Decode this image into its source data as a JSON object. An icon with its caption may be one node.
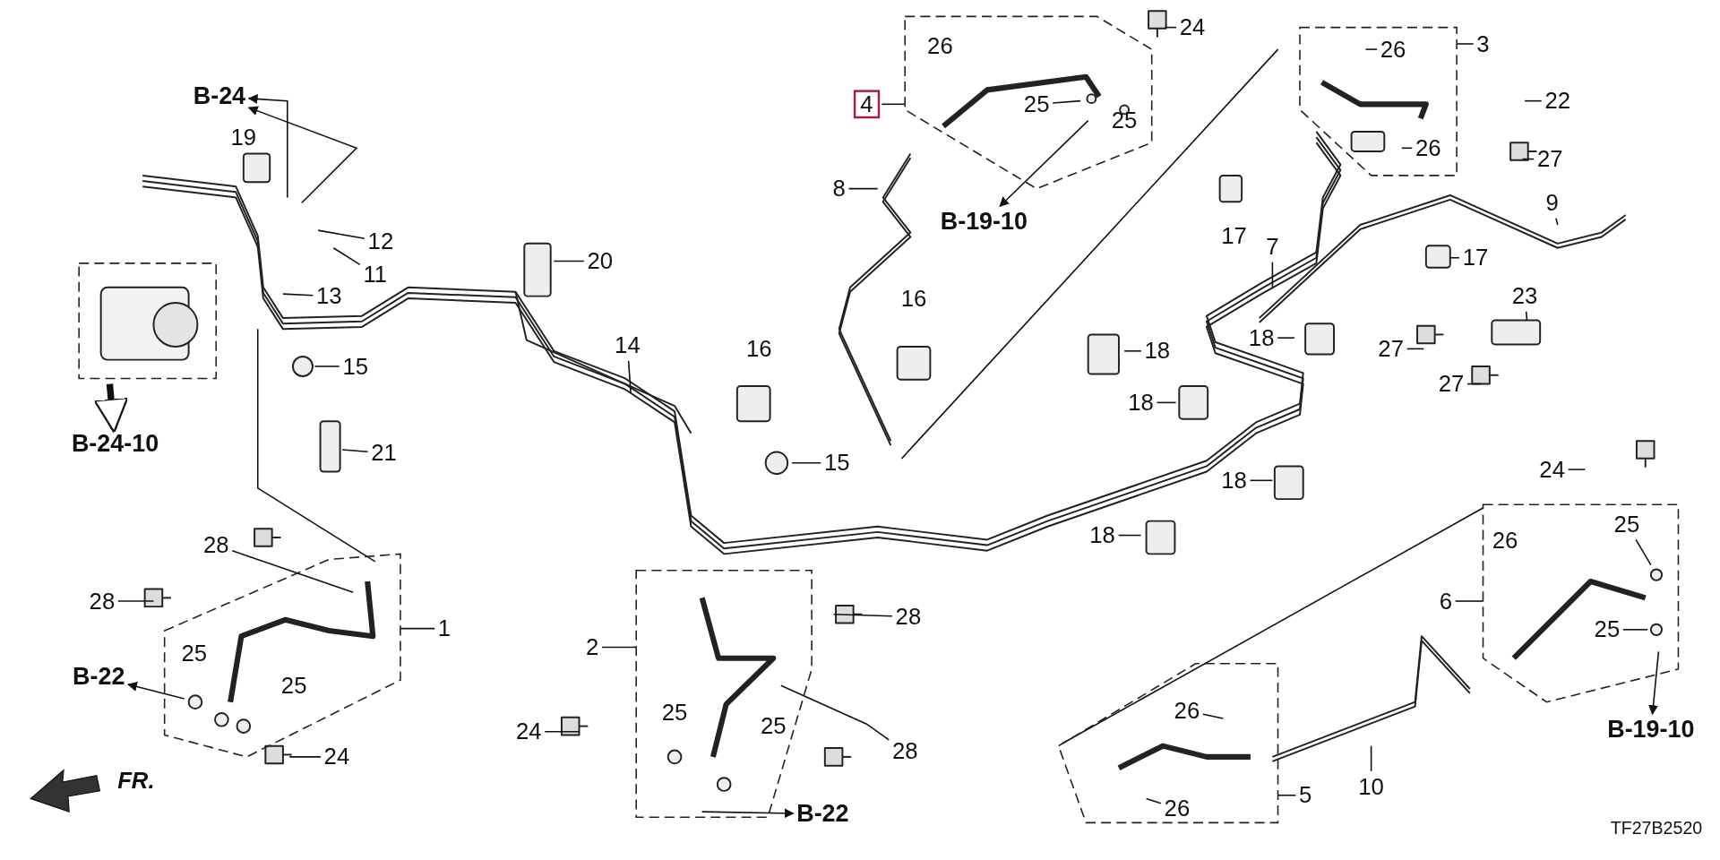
{
  "diagram": {
    "nodes": [
      {
        "text": [
          "B-24"
        ]
      },
      {
        "text": [
          "12"
        ]
      },
      {
        "text": [
          "11"
        ]
      },
      {
        "text": [
          "13"
        ]
      },
      {
        "text": [],
        "shape": "box"
      },
      {
        "text": [
          "15"
        ]
      },
      {
        "text": [
          "B-24-10"
        ]
      },
      {
        "text": [
          "20"
        ]
      },
      {
        "text": [
          "21"
        ]
      },
      {
        "text": [
          "14"
        ]
      },
      {
        "text": [
          "15"
        ]
      },
      {
        "text": [
          "8"
        ]
      },
      {
        "text": [
          "4"
        ]
      },
      {
        "text": [],
        "shape": "box"
      },
      {
        "text": [
          "25"
        ],
        "in": 13
      },
      {
        "text": [
          "24"
        ]
      },
      {
        "text": [
          "B-19-10"
        ]
      },
      {
        "text": [],
        "shape": "box"
      },
      {
        "text": [
          "26"
        ],
        "in": 17
      },
      {
        "text": [
          "3"
        ]
      },
      {
        "text": [
          "22"
        ]
      },
      {
        "text": [
          "26"
        ],
        "in": 17
      },
      {
        "text": [
          "27"
        ]
      },
      {
        "text": [
          "7"
        ]
      },
      {
        "text": [
          "9"
        ]
      },
      {
        "text": [
          "17"
        ]
      },
      {
        "text": [
          "23"
        ]
      },
      {
        "text": [
          "18"
        ]
      },
      {
        "text": [
          "18"
        ]
      },
      {
        "text": [
          "27"
        ]
      },
      {
        "text": [
          "18"
        ]
      },
      {
        "text": [
          "27"
        ]
      },
      {
        "text": [
          "18"
        ]
      },
      {
        "text": [
          "18"
        ]
      },
      {
        "text": [
          "24"
        ]
      },
      {
        "text": [],
        "shape": "box"
      },
      {
        "text": [
          "6"
        ]
      },
      {
        "text": [
          "25"
        ],
        "in": 35
      },
      {
        "text": [
          "25"
        ],
        "in": 35
      },
      {
        "text": [
          "B-19-10"
        ]
      },
      {
        "text": [
          "28"
        ]
      },
      {
        "text": [],
        "shape": "box"
      },
      {
        "text": [
          "28"
        ]
      },
      {
        "text": [
          "1"
        ]
      },
      {
        "text": [
          "B-22"
        ]
      },
      {
        "text": [
          "24"
        ]
      },
      {
        "text": [],
        "shape": "box"
      },
      {
        "text": [
          "2"
        ]
      },
      {
        "text": [
          "28"
        ]
      },
      {
        "text": [
          "24"
        ]
      },
      {
        "text": [
          "28"
        ]
      },
      {
        "text": [
          "B-22"
        ]
      },
      {
        "text": [],
        "shape": "box"
      },
      {
        "text": [
          "26"
        ],
        "in": 52
      },
      {
        "text": [
          "26"
        ],
        "in": 52
      },
      {
        "text": [
          "5"
        ]
      },
      {
        "text": [
          "10"
        ]
      }
    ],
    "edges": [
      {
        "from": null,
        "to": 0,
        "arrow": "to"
      },
      {
        "from": null,
        "to": 0,
        "arrow": "to"
      },
      {
        "from": 1,
        "to": null,
        "arrow": "none"
      },
      {
        "from": 2,
        "to": null,
        "arrow": "none"
      },
      {
        "from": 3,
        "to": null,
        "arrow": "none"
      },
      {
        "from": 5,
        "to": null,
        "arrow": "none"
      },
      {
        "from": 4,
        "to": 6,
        "arrow": "to",
        "style": "thick"
      },
      {
        "from": 7,
        "to": null,
        "arrow": "none"
      },
      {
        "from": 8,
        "to": null,
        "arrow": "none"
      },
      {
        "from": 9,
        "to": null,
        "arrow": "none"
      },
      {
        "from": 10,
        "to": null,
        "arrow": "none"
      },
      {
        "from": 11,
        "to": null,
        "arrow": "none"
      },
      {
        "from": 12,
        "to": 13,
        "arrow": "none"
      },
      {
        "from": 14,
        "to": null,
        "arrow": "none"
      },
      {
        "from": 15,
        "to": null,
        "arrow": "none"
      },
      {
        "from": null,
        "to": 16,
        "arrow": "to"
      },
      {
        "from": 17,
        "to": null,
        "arrow": "none"
      },
      {
        "from": 18,
        "to": null,
        "arrow": "none"
      },
      {
        "from": 19,
        "to": 17,
        "arrow": "none"
      },
      {
        "from": 20,
        "to": null,
        "arrow": "none"
      },
      {
        "from": 21,
        "to": null,
        "arrow": "none"
      },
      {
        "from": 22,
        "to": null,
        "arrow": "none"
      },
      {
        "from": 23,
        "to": null,
        "arrow": "none"
      },
      {
        "from": 24,
        "to": null,
        "arrow": "none"
      },
      {
        "from": 25,
        "to": null,
        "arrow": "none"
      },
      {
        "from": 26,
        "to": null,
        "arrow": "none"
      },
      {
        "from": 27,
        "to": null,
        "arrow": "none"
      },
      {
        "from": 28,
        "to": null,
        "arrow": "none"
      },
      {
        "from": 29,
        "to": null,
        "arrow": "none"
      },
      {
        "from": 30,
        "to": null,
        "arrow": "none"
      },
      {
        "from": 31,
        "to": null,
        "arrow": "none"
      },
      {
        "from": 32,
        "to": null,
        "arrow": "none"
      },
      {
        "from": 33,
        "to": null,
        "arrow": "none"
      },
      {
        "from": 34,
        "to": null,
        "arrow": "none"
      },
      {
        "from": 36,
        "to": 35,
        "arrow": "none"
      },
      {
        "from": 37,
        "to": null,
        "arrow": "none"
      },
      {
        "from": 38,
        "to": null,
        "arrow": "none"
      },
      {
        "from": 35,
        "to": 39,
        "arrow": "to"
      },
      {
        "from": 52,
        "to": 35,
        "arrow": "none"
      },
      {
        "from": 40,
        "to": 41,
        "arrow": "none"
      },
      {
        "from": 42,
        "to": null,
        "arrow": "none"
      },
      {
        "from": 43,
        "to": 41,
        "arrow": "none"
      },
      {
        "from": 41,
        "to": 44,
        "arrow": "to"
      },
      {
        "from": 45,
        "to": null,
        "arrow": "none"
      },
      {
        "from": 41,
        "to": null,
        "arrow": "none"
      },
      {
        "from": 47,
        "to": 46,
        "arrow": "none"
      },
      {
        "from": 48,
        "to": null,
        "arrow": "none"
      },
      {
        "from": 49,
        "to": null,
        "arrow": "none"
      },
      {
        "from": 50,
        "to": 46,
        "arrow": "none"
      },
      {
        "from": 46,
        "to": 51,
        "arrow": "to"
      },
      {
        "from": 53,
        "to": null,
        "arrow": "none"
      },
      {
        "from": 54,
        "to": null,
        "arrow": "none"
      },
      {
        "from": 55,
        "to": 52,
        "arrow": "none"
      },
      {
        "from": 56,
        "to": null,
        "arrow": "none"
      }
    ],
    "labels": [
      "19",
      "16",
      "16",
      "26",
      "25",
      "17",
      "26",
      "25",
      "25",
      "25",
      "25",
      "FR.",
      "TF27B2520"
    ]
  }
}
